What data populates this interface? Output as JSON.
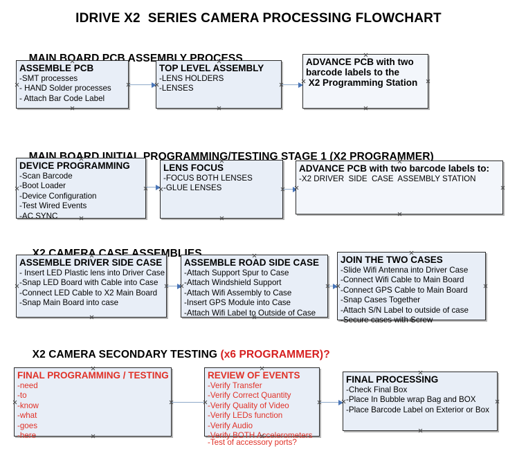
{
  "document": {
    "title": "IDRIVE X2  SERIES CAMERA PROCESSING FLOWCHART"
  },
  "sections": [
    {
      "id": "main-board-pcb-assembly",
      "heading": "MAIN BOARD PCB ASSEMBLY PROCESS",
      "heading_accent": "",
      "boxes": [
        {
          "id": "assemble-pcb",
          "title": "ASSEMBLE PCB",
          "items": [
            "-SMT processes",
            "- HAND Solder processes",
            "- Attach Bar Code Label"
          ]
        },
        {
          "id": "top-level-assembly",
          "title": "TOP LEVEL ASSEMBLY",
          "items": [
            "-LENS HOLDERS",
            "-LENSES"
          ]
        },
        {
          "id": "advance-pcb-to-x2-programming-station",
          "title": "ADVANCE PCB with two\nbarcode labels to the\n X2 Programming Station",
          "items": []
        }
      ]
    },
    {
      "id": "main-board-initial-programming",
      "heading": "MAIN BOARD INITIAL PROGRAMMING/TESTING STAGE 1 (X2 PROGRAMMER)",
      "heading_accent": "",
      "boxes": [
        {
          "id": "device-programming",
          "title": "DEVICE PROGRAMMING",
          "items": [
            "-Scan Barcode",
            "-Boot Loader",
            "-Device Configuration",
            "-Test Wired Events",
            "-AC SYNC"
          ]
        },
        {
          "id": "lens-focus",
          "title": "LENS FOCUS",
          "items": [
            "-FOCUS BOTH LENSES",
            "-GLUE LENSES"
          ]
        },
        {
          "id": "advance-pcb-to-driver-side-case-station",
          "title": "ADVANCE PCB with two barcode labels to:",
          "items": [
            "-X2 DRIVER  SIDE  CASE  ASSEMBLY STATION"
          ]
        }
      ]
    },
    {
      "id": "x2-camera-case-assemblies",
      "heading": "X2 CAMERA CASE ASSEMBLIES",
      "heading_accent": "",
      "boxes": [
        {
          "id": "assemble-driver-side-case",
          "title": "ASSEMBLE DRIVER SIDE CASE",
          "items": [
            "- Insert LED Plastic lens into Driver Case",
            "-Snap LED Board with Cable into Case",
            "-Connect LED Cable to X2 Main Board",
            "-Snap Main Board into case"
          ]
        },
        {
          "id": "assemble-road-side-case",
          "title": "ASSEMBLE ROAD SIDE CASE",
          "items": [
            "-Attach Support Spur to Case",
            "-Attach Windshield Support",
            "-Attach Wifi Assembly to Case",
            "-Insert GPS Module into Case",
            "-Attach Wifi Label to Outside of Case"
          ]
        },
        {
          "id": "join-the-two-cases",
          "title": "JOIN THE TWO CASES",
          "items": [
            "-Slide Wifi Antenna into Driver Case",
            "-Connect Wifi Cable to Main Board",
            "-Connect GPS Cable to Main Board",
            "-Snap Cases Together",
            "-Attach S/N Label to outside of case",
            "-Secure cases with Screw"
          ]
        }
      ]
    },
    {
      "id": "x2-camera-secondary-testing",
      "heading": "X2 CAMERA SECONDARY TESTING ",
      "heading_accent": "(x6 PROGRAMMER)?",
      "boxes": [
        {
          "id": "final-programming-testing",
          "title": "FINAL PROGRAMMING / TESTING",
          "items": [
            "-need",
            "-to",
            "-know",
            "-what",
            "-goes",
            "-here"
          ]
        },
        {
          "id": "review-of-events",
          "title": "REVIEW OF EVENTS",
          "items": [
            "-Verify Transfer",
            "-Verify Correct Quantity",
            "-Verify Quality of Video",
            "-Verify LEDs function",
            "-Verify Audio",
            "-Verify BOTH Accelerometers"
          ],
          "overflow_item": "-Test of accessory ports?"
        },
        {
          "id": "final-processing",
          "title": "FINAL PROCESSING",
          "items": [
            "-Check Final Box",
            "-Place In Bubble wrap Bag and BOX",
            "-Place Barcode Label on Exterior or Box"
          ]
        }
      ]
    }
  ],
  "colors": {
    "box_fill": "#e8eef7",
    "box_border": "#2a2a2a",
    "connector": "#8ea9c8",
    "arrow": "#4a76b8",
    "accent_red": "#d61f20",
    "red_text": "#e03127"
  }
}
